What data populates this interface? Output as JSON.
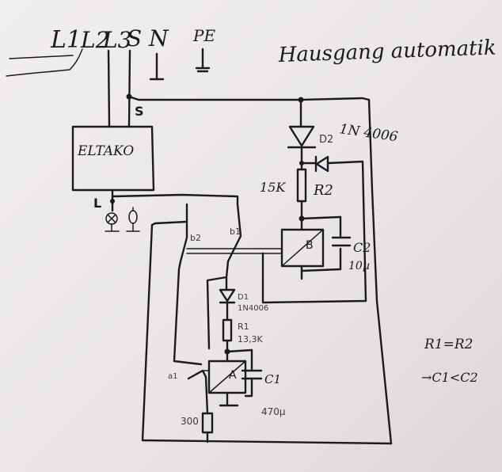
{
  "header": {
    "terminals": [
      "L1",
      "L2",
      "L3",
      "S",
      "N",
      "PE"
    ],
    "title": "Hausgang automatik"
  },
  "labels": {
    "s_node": "S",
    "eltako": "ELTAKO",
    "l_node": "L",
    "diode_top_part": "1N 4006",
    "d2": "D2",
    "r2_value": "15K",
    "r2": "R2",
    "b": "B",
    "c2": "C2",
    "c2_value": "10µ",
    "b2": "b2",
    "b1": "b1",
    "d1": "D1",
    "d1_part": "1N4006",
    "r1": "R1",
    "r1_value": "13,3K",
    "a": "A",
    "a1": "a1",
    "c1": "C1",
    "c1_value": "470µ",
    "r_bottom_value": "300",
    "note_eq": "R1=R2",
    "note_rel": "→C1<C2"
  }
}
